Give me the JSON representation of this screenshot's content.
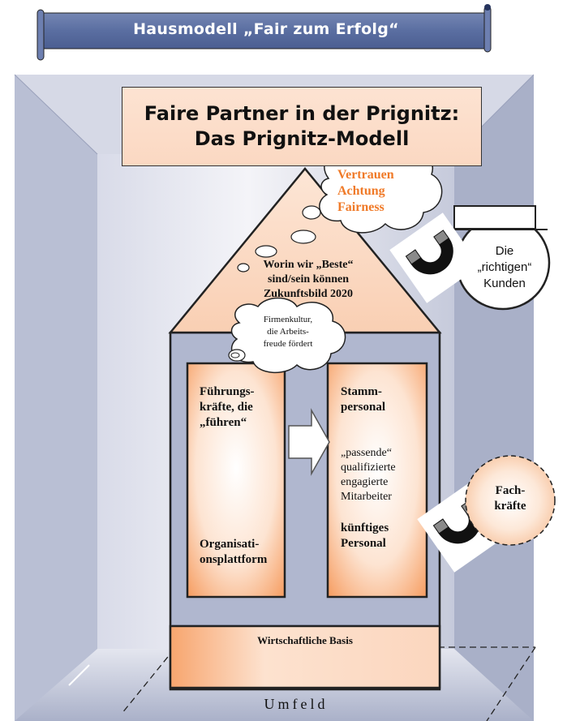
{
  "banner": {
    "title": "Hausmodell „Fair zum Erfolg“"
  },
  "title_box": {
    "line1": "Faire Partner in der Prignitz:",
    "line2": "Das Prignitz-Modell"
  },
  "values_cloud": {
    "line1": "Vertrauen",
    "line2": "Achtung",
    "line3": "Fairness"
  },
  "customers": {
    "line1": "Die",
    "line2": "„richtigen“",
    "line3": "Kunden"
  },
  "roof": {
    "line1": "Worin wir „Beste“",
    "line2": "sind/sein können",
    "line3": "Zukunftsbild 2020"
  },
  "culture_cloud": {
    "line1": "Firmenkultur,",
    "line2": "die Arbeits-",
    "line3": "freude fördert"
  },
  "left_pillar": {
    "line1": "Führungs-",
    "line2": "kräfte, die",
    "line3": "„führen“",
    "bottom1": "Organisati-",
    "bottom2": "onsplattform"
  },
  "right_pillar": {
    "line1": "Stamm-",
    "line2": "personal",
    "q1": "„passende“",
    "q2": "qualifizierte",
    "q3": "engagierte",
    "q4": "Mitarbeiter",
    "f1": "künftiges",
    "f2": "Personal"
  },
  "skilled_cloud": {
    "line1": "Fach-",
    "line2": "kräfte"
  },
  "base": {
    "label": "Wirtschaftliche Basis"
  },
  "environment": {
    "label": "Umfeld"
  },
  "colors": {
    "banner": "#5d72a4",
    "accent": "#f07a28",
    "wall": "#b7bdd2",
    "peach": "#fbd6bf"
  }
}
